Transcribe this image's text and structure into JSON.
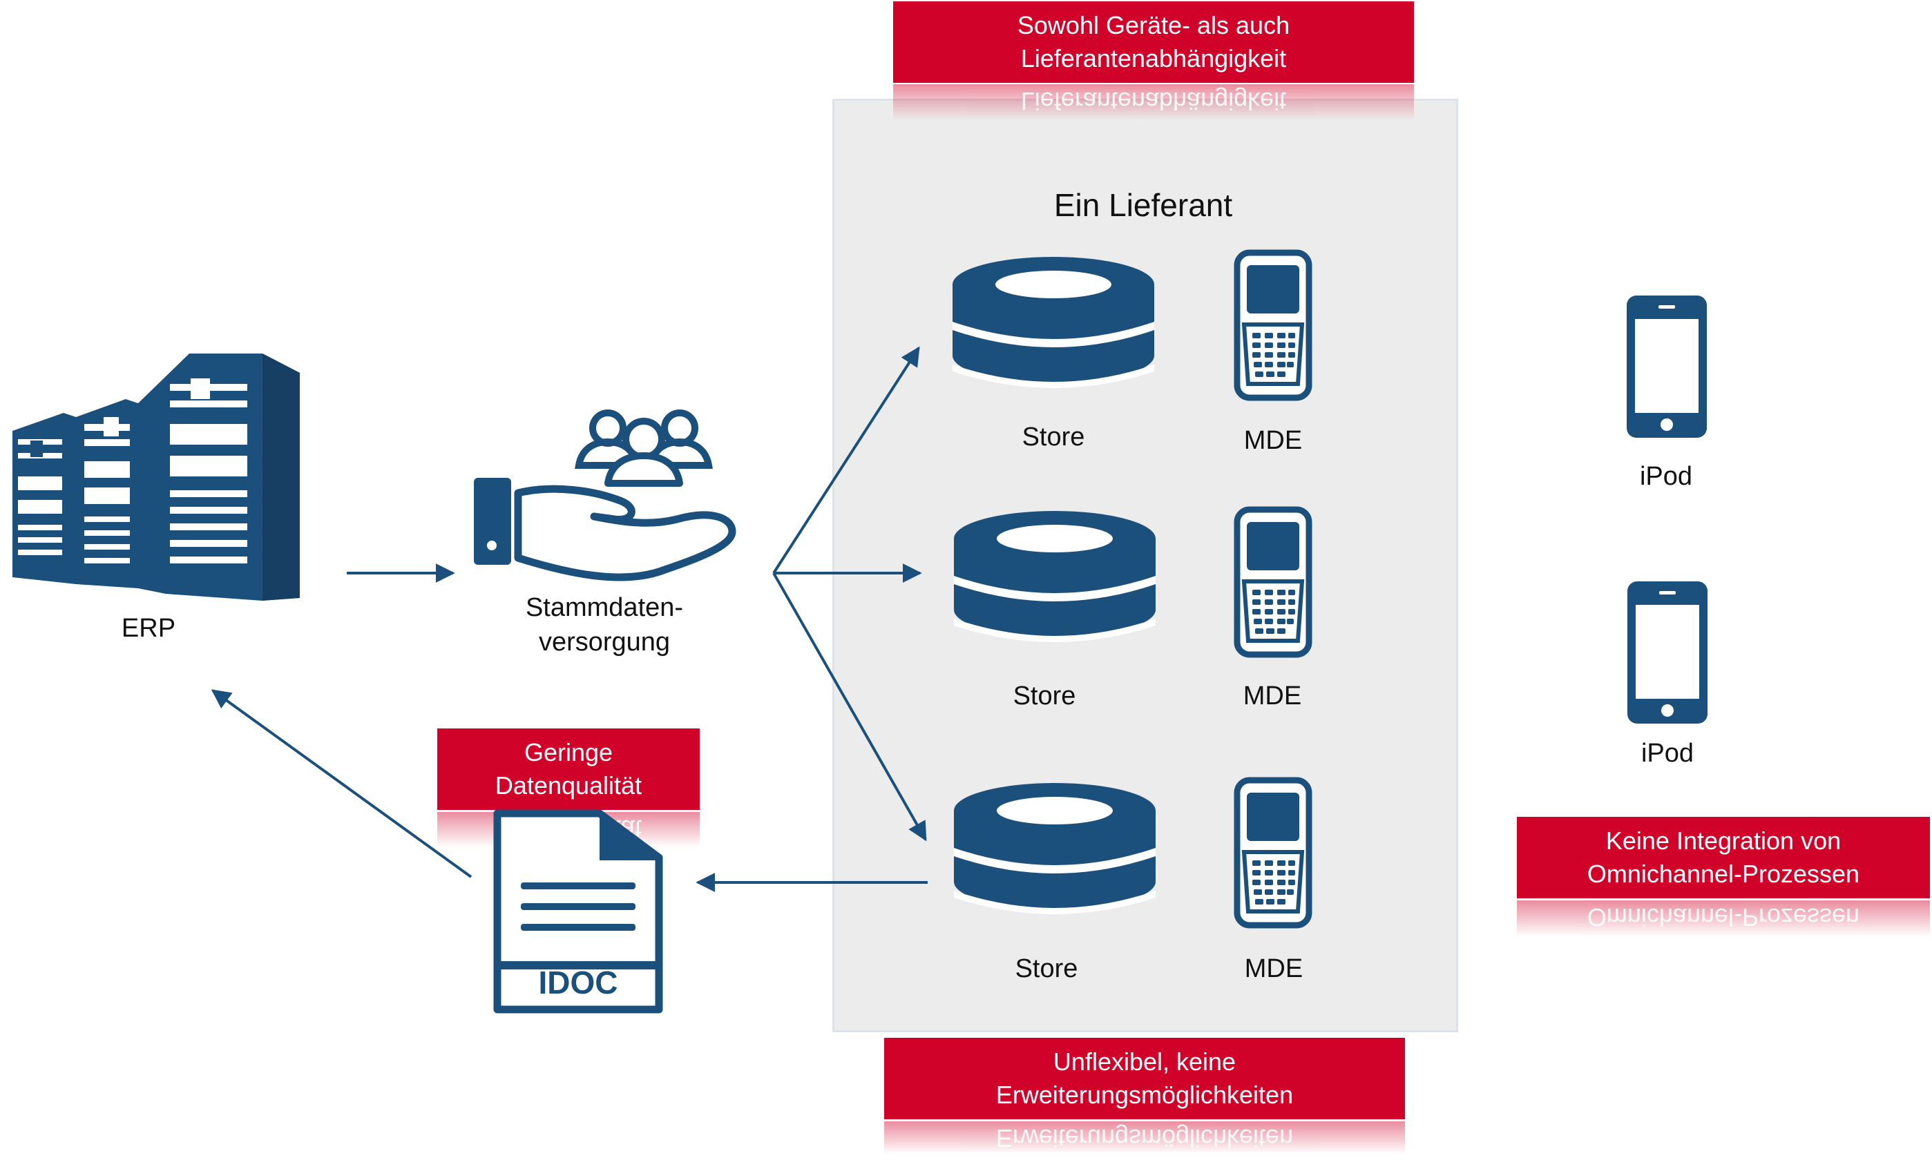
{
  "diagram": {
    "erp": {
      "label": "ERP"
    },
    "stammdaten": {
      "line1": "Stammdaten-",
      "line2": "versorgung"
    },
    "idoc": {
      "label": "IDOC"
    },
    "panel": {
      "title": "Ein Lieferant"
    },
    "rows": [
      {
        "store": "Store",
        "mde": "MDE"
      },
      {
        "store": "Store",
        "mde": "MDE"
      },
      {
        "store": "Store",
        "mde": "MDE"
      }
    ],
    "ipods": [
      {
        "label": "iPod"
      },
      {
        "label": "iPod"
      }
    ],
    "banners": {
      "top": {
        "line1": "Sowohl Geräte- als auch",
        "line2": "Lieferantenabhängigkeit"
      },
      "quality": {
        "line1": "Geringe",
        "line2": "Datenqualität"
      },
      "bottom": {
        "line1": "Unflexibel, keine",
        "line2": "Erweiterungsmöglichkeiten"
      },
      "omni": {
        "line1": "Keine Integration von",
        "line2": "Omnichannel-Prozessen"
      }
    },
    "colors": {
      "icon": "#1b4f7c",
      "banner": "#d0022a",
      "panel": "#ececec"
    }
  }
}
